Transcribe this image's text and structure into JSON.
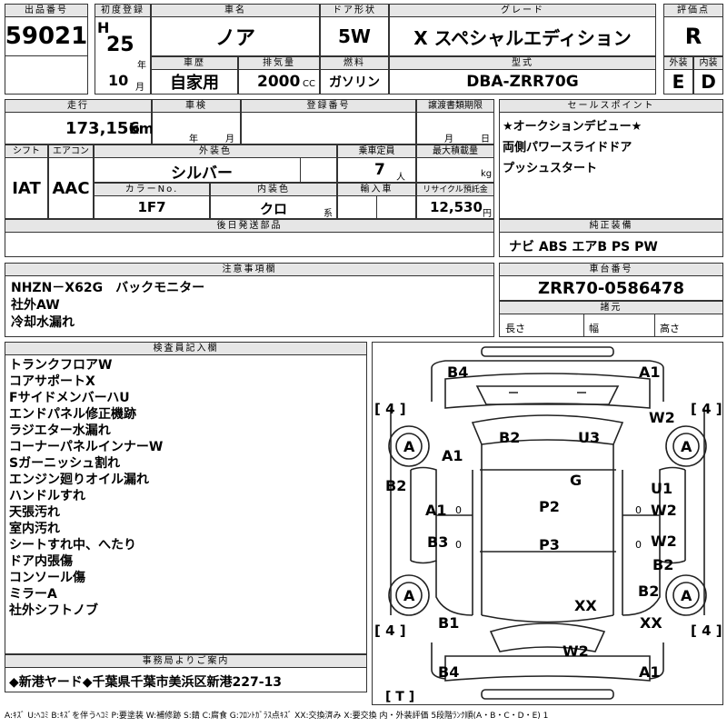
{
  "header": {
    "lot_no_label": "出品番号",
    "lot_no": "59021",
    "first_reg_label": "初度登録",
    "era": "H",
    "year": "25",
    "year_unit": "年",
    "month": "10",
    "month_unit": "月",
    "model_label": "車名",
    "model": "ノア",
    "doors_label": "ドア形状",
    "doors": "5W",
    "grade_label": "グレード",
    "grade": "X スペシャルエディション",
    "score_label": "評価点",
    "score": "R",
    "history_label": "車歴",
    "history": "自家用",
    "displacement_label": "排気量",
    "displacement": "2000",
    "cc_unit": "CC",
    "fuel_label": "燃料",
    "fuel": "ガソリン",
    "type_label": "型式",
    "type": "DBA-ZRR70G",
    "exterior_label": "外装",
    "interior_label": "内装",
    "exterior": "E",
    "interior": "D"
  },
  "row2": {
    "mileage_label": "走行",
    "mileage": "173,156",
    "mileage_unit": "km",
    "inspection_label": "車検",
    "insp_year": "年",
    "insp_month": "月",
    "reg_no_label": "登録番号",
    "transfer_label": "譲渡書類期限",
    "transfer_month": "月",
    "transfer_day": "日",
    "shift_label": "シフト",
    "ac_label": "エアコン",
    "shift": "IAT",
    "ac": "AAC",
    "color_label": "外装色",
    "color": "シルバー",
    "capacity_label": "乗車定員",
    "capacity": "7",
    "capacity_unit": "人",
    "load_label": "最大積載量",
    "load_unit": "kg",
    "color_no_label": "カラーNo.",
    "color_no": "1F7",
    "int_color_label": "内装色",
    "int_color": "クロ",
    "int_color_unit": "系",
    "import_label": "輸入車",
    "recycle_label": "リサイクル預託金",
    "recycle": "12,530",
    "recycle_unit": "円",
    "later_parts_label": "後日発送部品"
  },
  "sales_points": {
    "label": "セールスポイント",
    "lines": [
      "★オークションデビュー★",
      "両側パワースライドドア",
      "プッシュスタート"
    ]
  },
  "equipment": {
    "label": "純正装備",
    "value": "ナビ ABS エアB PS PW"
  },
  "notes": {
    "label": "注意事項欄",
    "lines": [
      "NHZN－X62G　バックモニター",
      "社外AW",
      "冷却水漏れ"
    ]
  },
  "chassis": {
    "label": "車台番号",
    "value": "ZRR70-0586478",
    "dims_label": "諸元",
    "length": "長さ",
    "width": "幅",
    "height": "高さ"
  },
  "inspector": {
    "label": "検査員記入欄",
    "lines": [
      "トランクフロアW",
      "コアサポートX",
      "FサイドメンバーハU",
      "エンドパネル修正機跡",
      "ラジエター水漏れ",
      "コーナーパネルインナーW",
      "Sガーニッシュ割れ",
      "エンジン廻りオイル漏れ",
      "ハンドルすれ",
      "天張汚れ",
      "室内汚れ",
      "シートすれ中、へたり",
      "ドア内張傷",
      "コンソール傷",
      "ミラーA",
      "社外シフトノブ"
    ]
  },
  "diagram": {
    "b4_top": "B4",
    "a1_top": "A1",
    "tl4": "[ 4 ]",
    "tr4": "[ 4 ]",
    "w2_tr": "W2",
    "a_tl": "A",
    "a1_left": "A1",
    "b2_roof": "B2",
    "u3": "U3",
    "a_tr": "A",
    "g": "G",
    "b2_left": "B2",
    "u1": "U1",
    "a1_door": "A1",
    "p2": "P2",
    "w2_rdoor": "W2",
    "b3": "B3",
    "p3": "P3",
    "w2_rrdoor": "W2",
    "b2_rr": "B2",
    "a_bl": "A",
    "xx_mid": "XX",
    "b2_br": "B2",
    "xx_br": "XX",
    "b1": "B1",
    "bl4": "[ 4 ]",
    "br4": "[ 4 ]",
    "w2_bot": "W2",
    "b4_bot": "B4",
    "a1_bot": "A1",
    "t": "[ T ]",
    "zero": "0"
  },
  "office": {
    "label": "事務局よりご案内",
    "value": "◆新港ヤード◆千葉県千葉市美浜区新港227-13"
  },
  "legend": "A:ｷｽﾞ U:ﾍｺﾐ B:ｷｽﾞを伴うﾍｺﾐ P:要塗装 W:補修跡 S:錆 C:腐食 G:ﾌﾛﾝﾄｶﾞﾗｽ点ｷｽﾞ XX:交換済み X:要交換 内・外装評価 5段階ﾗﾝｸ順(A・B・C・D・E) 1"
}
